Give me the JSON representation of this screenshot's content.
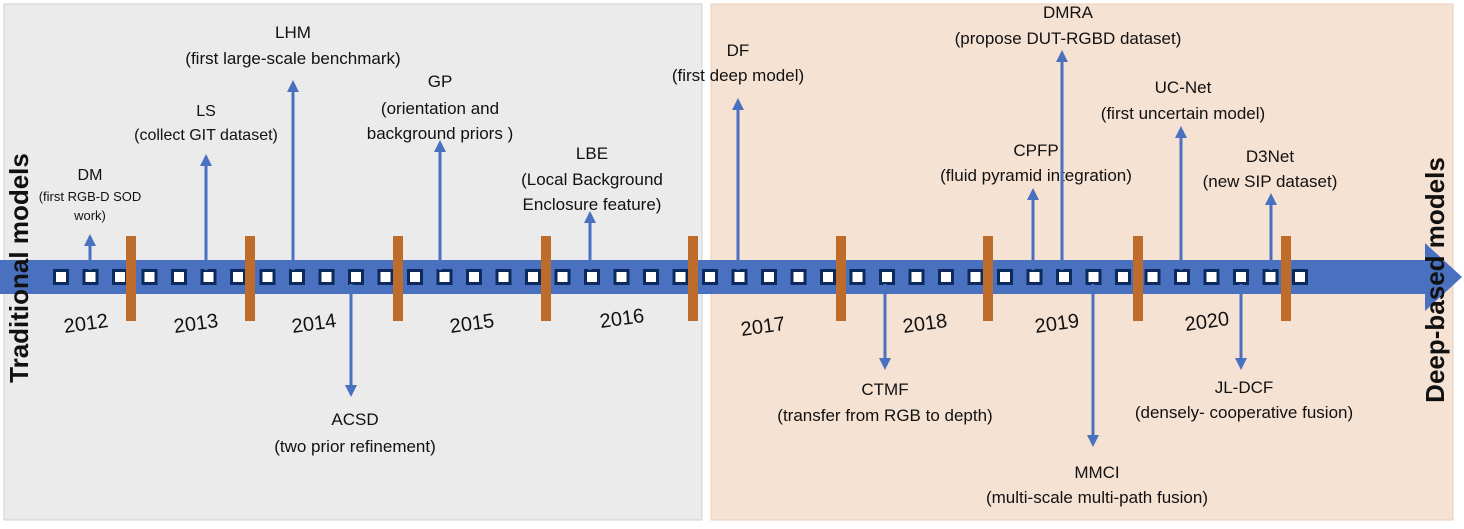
{
  "left_label": "Traditional models",
  "right_label": "Deep-based models",
  "colors": {
    "traditional_bg": "#ebebeb",
    "deep_bg": "#f6e2d3",
    "arrow": "#4a70c0",
    "marker": "#bd6c2c",
    "square_fill": "#ffffff",
    "square_border": "#0d2a5e",
    "traditional_text": "#d4822f",
    "deep_text": "#a50f15"
  },
  "years": [
    {
      "label": "2012"
    },
    {
      "label": "2013"
    },
    {
      "label": "2014"
    },
    {
      "label": "2015"
    },
    {
      "label": "2016"
    },
    {
      "label": "2017"
    },
    {
      "label": "2018"
    },
    {
      "label": "2019"
    },
    {
      "label": "2020"
    }
  ],
  "events_above": [
    {
      "id": "dm",
      "lines": [
        "DM",
        "(first RGB-D SOD",
        "work)"
      ]
    },
    {
      "id": "ls",
      "lines": [
        "LS",
        "(collect GIT dataset)"
      ]
    },
    {
      "id": "lhm",
      "lines": [
        "LHM",
        "(first large-scale benchmark)"
      ]
    },
    {
      "id": "gp",
      "lines": [
        "GP",
        "(orientation and",
        "background priors )"
      ]
    },
    {
      "id": "lbe",
      "lines": [
        "LBE",
        "(Local Background",
        "Enclosure feature)"
      ]
    },
    {
      "id": "df",
      "lines": [
        "DF",
        "(first deep model)"
      ]
    },
    {
      "id": "cpfp",
      "lines": [
        "CPFP",
        "(fluid pyramid integration)"
      ]
    },
    {
      "id": "dmra",
      "lines": [
        "DMRA",
        "(propose DUT-RGBD dataset)"
      ]
    },
    {
      "id": "ucnet",
      "lines": [
        "UC-Net",
        "(first uncertain model)"
      ]
    },
    {
      "id": "d3net",
      "lines": [
        "D3Net",
        "(new SIP dataset)"
      ]
    }
  ],
  "events_below": [
    {
      "id": "acsd",
      "lines": [
        "ACSD",
        "(two prior refinement)"
      ]
    },
    {
      "id": "ctmf",
      "lines": [
        "CTMF",
        "(transfer from RGB to depth)"
      ]
    },
    {
      "id": "mmci",
      "lines": [
        "MMCI",
        "(multi-scale multi-path fusion)"
      ]
    },
    {
      "id": "jldcf",
      "lines": [
        "JL-DCF",
        "(densely- cooperative fusion)"
      ]
    }
  ]
}
